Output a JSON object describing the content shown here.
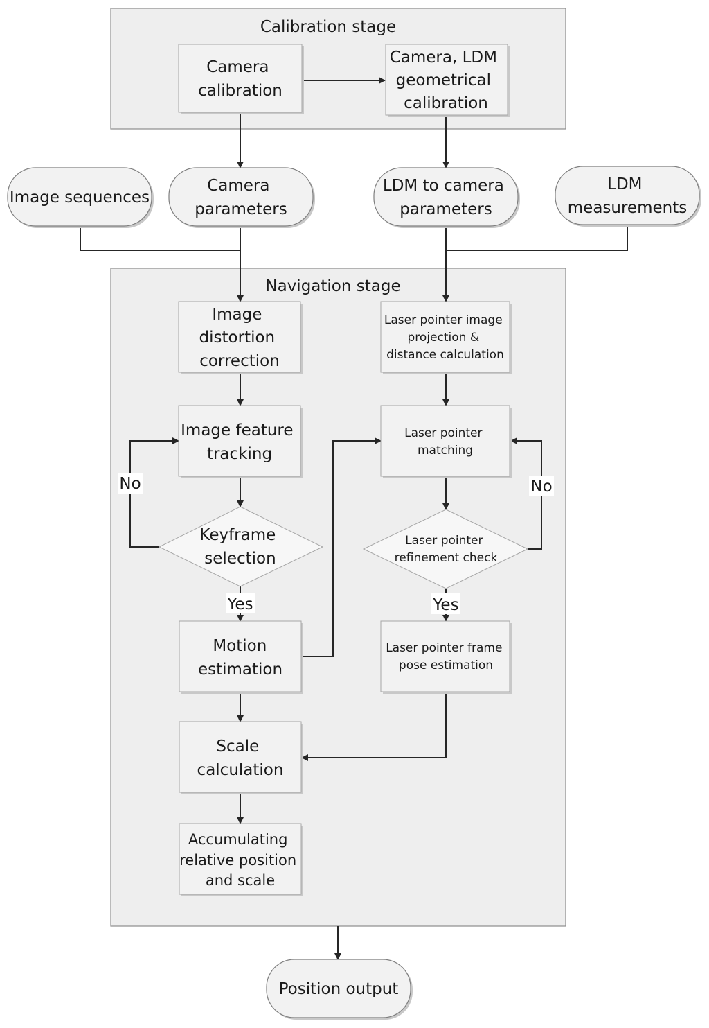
{
  "stages": {
    "calibration": "Calibration stage",
    "navigation": "Navigation stage"
  },
  "nodes": {
    "camera_calibration": [
      "Camera",
      "calibration"
    ],
    "geometric_calibration": [
      "Camera, LDM",
      "geometrical",
      "calibration"
    ],
    "image_sequences": [
      "Image sequences"
    ],
    "camera_parameters": [
      "Camera",
      "parameters"
    ],
    "ldm_to_camera": [
      "LDM to camera",
      "parameters"
    ],
    "ldm_measurements": [
      "LDM",
      "measurements"
    ],
    "image_distortion": [
      "Image",
      "distortion",
      "correction"
    ],
    "feature_tracking": [
      "Image feature",
      "tracking"
    ],
    "keyframe_selection": [
      "Keyframe",
      "selection"
    ],
    "motion_estimation": [
      "Motion",
      "estimation"
    ],
    "scale_calculation": [
      "Scale",
      "calculation"
    ],
    "accumulating": [
      "Accumulating",
      "relative position",
      "and scale"
    ],
    "laser_projection": [
      "Laser pointer image",
      "projection &",
      "distance calculation"
    ],
    "laser_matching": [
      "Laser pointer",
      "matching"
    ],
    "laser_refinement": [
      "Laser pointer",
      "refinement check"
    ],
    "laser_pose": [
      "Laser pointer frame",
      "pose estimation"
    ],
    "position_output": [
      "Position output"
    ]
  },
  "edge_labels": {
    "keyframe_no": "No",
    "keyframe_yes": "Yes",
    "laser_no": "No",
    "laser_yes": "Yes"
  },
  "colors": {
    "stage_fill": "#eeeeee",
    "box_fill": "#f2f2f2",
    "line": "#262626"
  }
}
